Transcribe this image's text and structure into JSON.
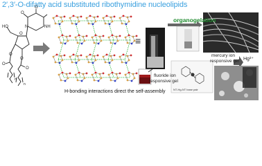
{
  "title": "2′,3′-O-difatty acid substituted ribothymidine nucleolipids",
  "molecule_labels": {
    "ho": "HO",
    "o_ring": "O",
    "n_left": "N",
    "nh": "NH",
    "o_top": "O",
    "o_right": "O",
    "o_ester1": "O",
    "o_ester2": "O",
    "o_carbonyl1": "O",
    "o_carbonyl2": "O",
    "n1": "n",
    "n2": "n"
  },
  "equiv_symbol": "≡",
  "organogelation_label": "organogelation",
  "mercury_label_line1": "mercury ion",
  "mercury_label_line2": "responsive gel",
  "hg_label": "Hg²⁺",
  "fluoride_label_line1": "fluoride ion",
  "fluoride_label_line2": "responsive gel",
  "hbond_caption": "H-bonding interactions direct the self-assembly",
  "minor_label": "NT-Hg-NT base pair",
  "colors": {
    "title": "#3aa0df",
    "organogelation": "#1f8a2e",
    "atom_c": "#d8a046",
    "atom_o": "#d8282a",
    "atom_n": "#3040c8",
    "hbond": "#20b030",
    "arrow": "#7a7a7a"
  }
}
